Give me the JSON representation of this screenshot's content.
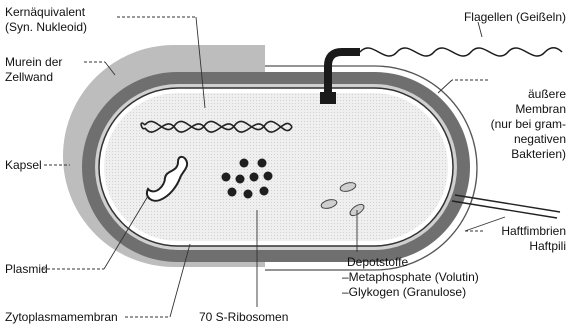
{
  "labels": {
    "nucleoid": [
      "Kernäquivalent",
      "(Syn. Nukleoid)"
    ],
    "murein": [
      "Murein der",
      "Zellwand"
    ],
    "capsule": "Kapsel",
    "plasmid": "Plasmid",
    "cytoplasmic_membrane": "Zytoplasmamembran",
    "ribosomes": "70 S-Ribosomen",
    "flagellum": "Flagellen (Geißeln)",
    "outer_membrane": [
      "äußere",
      "Membran",
      "(nur bei gram-",
      "negativen",
      "Bakterien)"
    ],
    "fimbriae": [
      "Haftfimbrien",
      "Haftpili"
    ],
    "storage": [
      "Depotstoffe",
      "–Metaphosphate (Volutin)",
      "–Glykogen (Granulose)"
    ]
  }
}
